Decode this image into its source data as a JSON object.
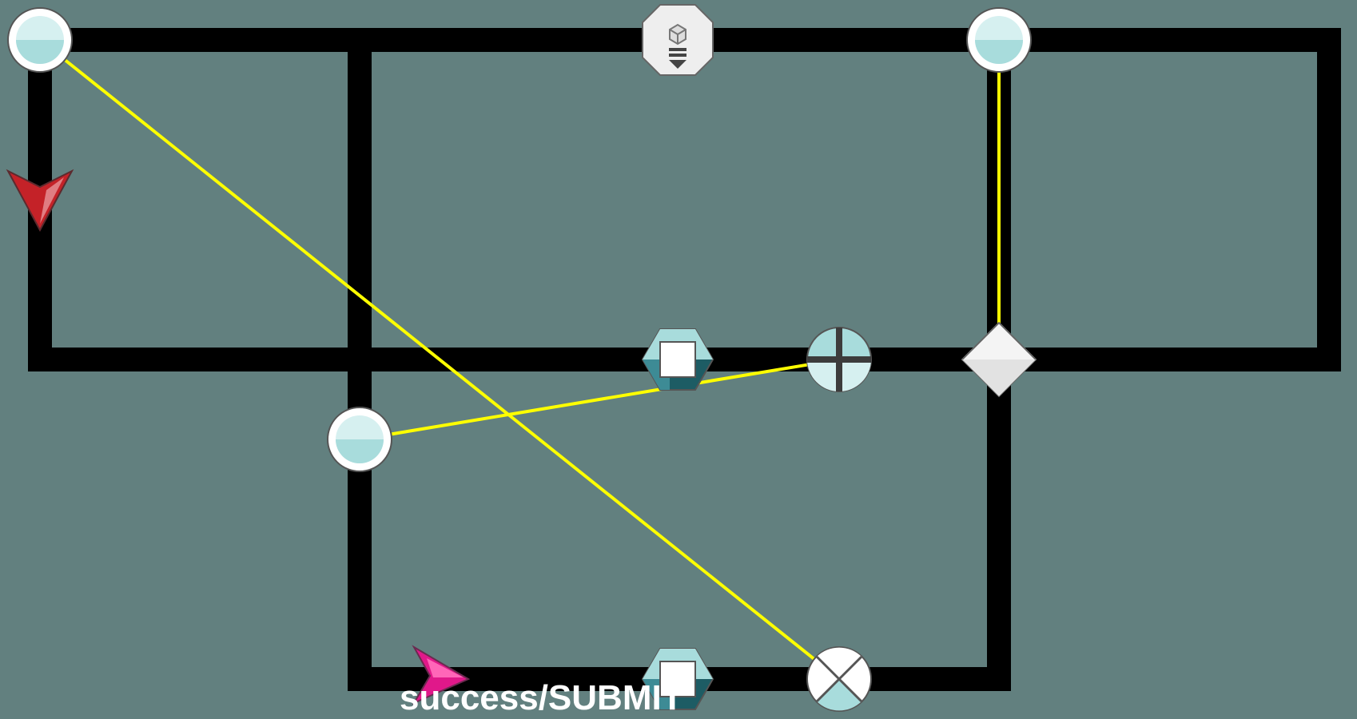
{
  "game": {
    "status_label": "success/SUBMIT",
    "colors": {
      "background": "#62807f",
      "track": "#000000",
      "link_line": "#ffff00",
      "node_fill": "#ffffff",
      "node_accent": "#a8dcdc",
      "node_dark": "#3c3c3c",
      "cube_teal": "#1d5c64",
      "start_arrow": "#c42228",
      "end_arrow": "#e0188a"
    },
    "nodes": [
      {
        "name": "toggle-node-top-left",
        "icon": "half-filled-circle-icon"
      },
      {
        "name": "cube-dispenser-node-top",
        "icon": "cube-dispenser-icon"
      },
      {
        "name": "toggle-node-top-right",
        "icon": "half-filled-circle-icon"
      },
      {
        "name": "cube-block-node-middle",
        "icon": "hex-cube-icon"
      },
      {
        "name": "switch-node-plus",
        "icon": "plus-switch-icon"
      },
      {
        "name": "junction-node-diamond",
        "icon": "diamond-junction-icon"
      },
      {
        "name": "toggle-node-middle-left",
        "icon": "half-filled-circle-icon"
      },
      {
        "name": "cube-block-node-bottom",
        "icon": "hex-cube-icon"
      },
      {
        "name": "switch-node-x",
        "icon": "x-switch-icon"
      }
    ],
    "markers": [
      {
        "name": "start-arrow",
        "icon": "down-arrow-icon"
      },
      {
        "name": "end-arrow",
        "icon": "right-arrow-icon"
      }
    ]
  }
}
